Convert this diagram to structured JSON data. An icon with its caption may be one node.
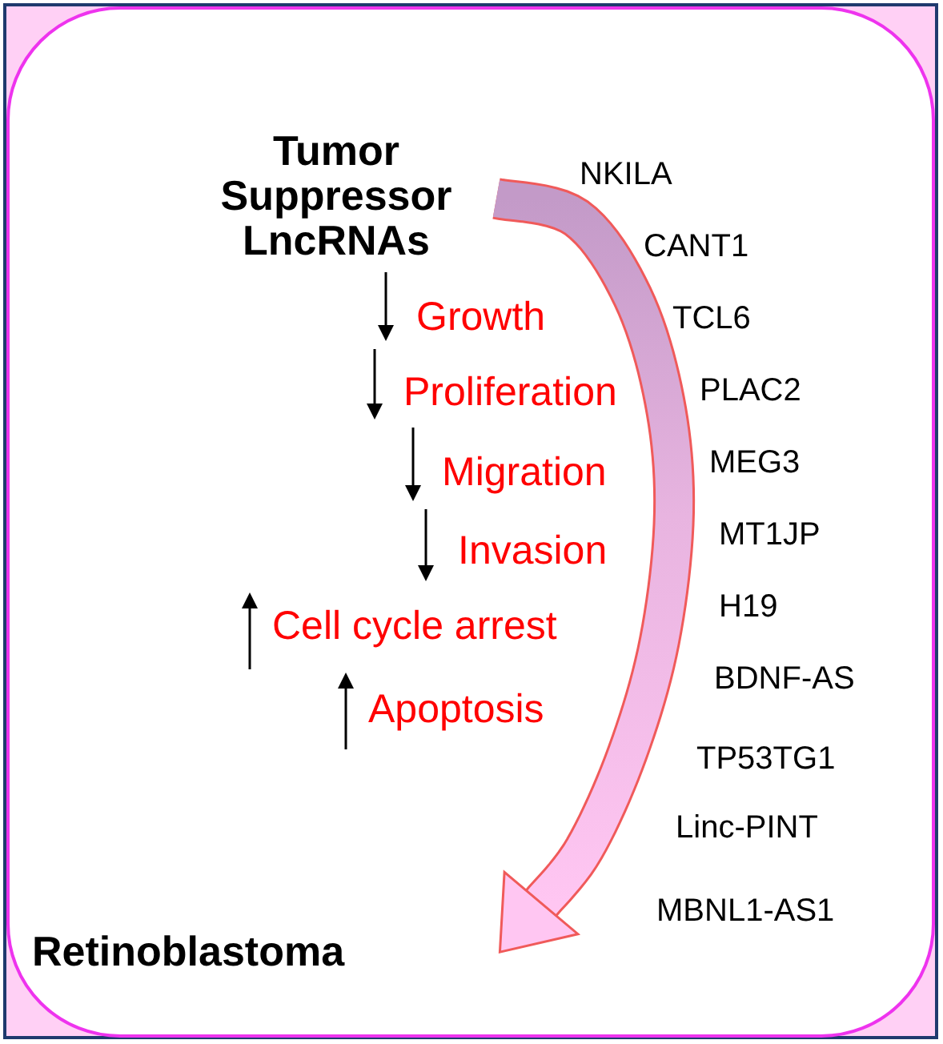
{
  "diagram": {
    "nodes": [
      {
        "text": [
          "Tumor Suppressor LncRNAs"
        ]
      },
      {
        "text": [
          "Retinoblastoma"
        ]
      }
    ],
    "edges": [
      {
        "from": 0,
        "to": 1,
        "arrow": "to"
      }
    ],
    "labels": [
      "Growth",
      "Proliferation",
      "Migration",
      "Invasion",
      "Cell cycle arrest",
      "Apoptosis",
      "NKILA",
      "CANT1",
      "TCL6",
      "PLAC2",
      "MEG3",
      "MT1JP",
      "H19",
      "BDNF-AS",
      "TP53TG1",
      "Linc-PINT",
      "MBNL1-AS1"
    ]
  }
}
